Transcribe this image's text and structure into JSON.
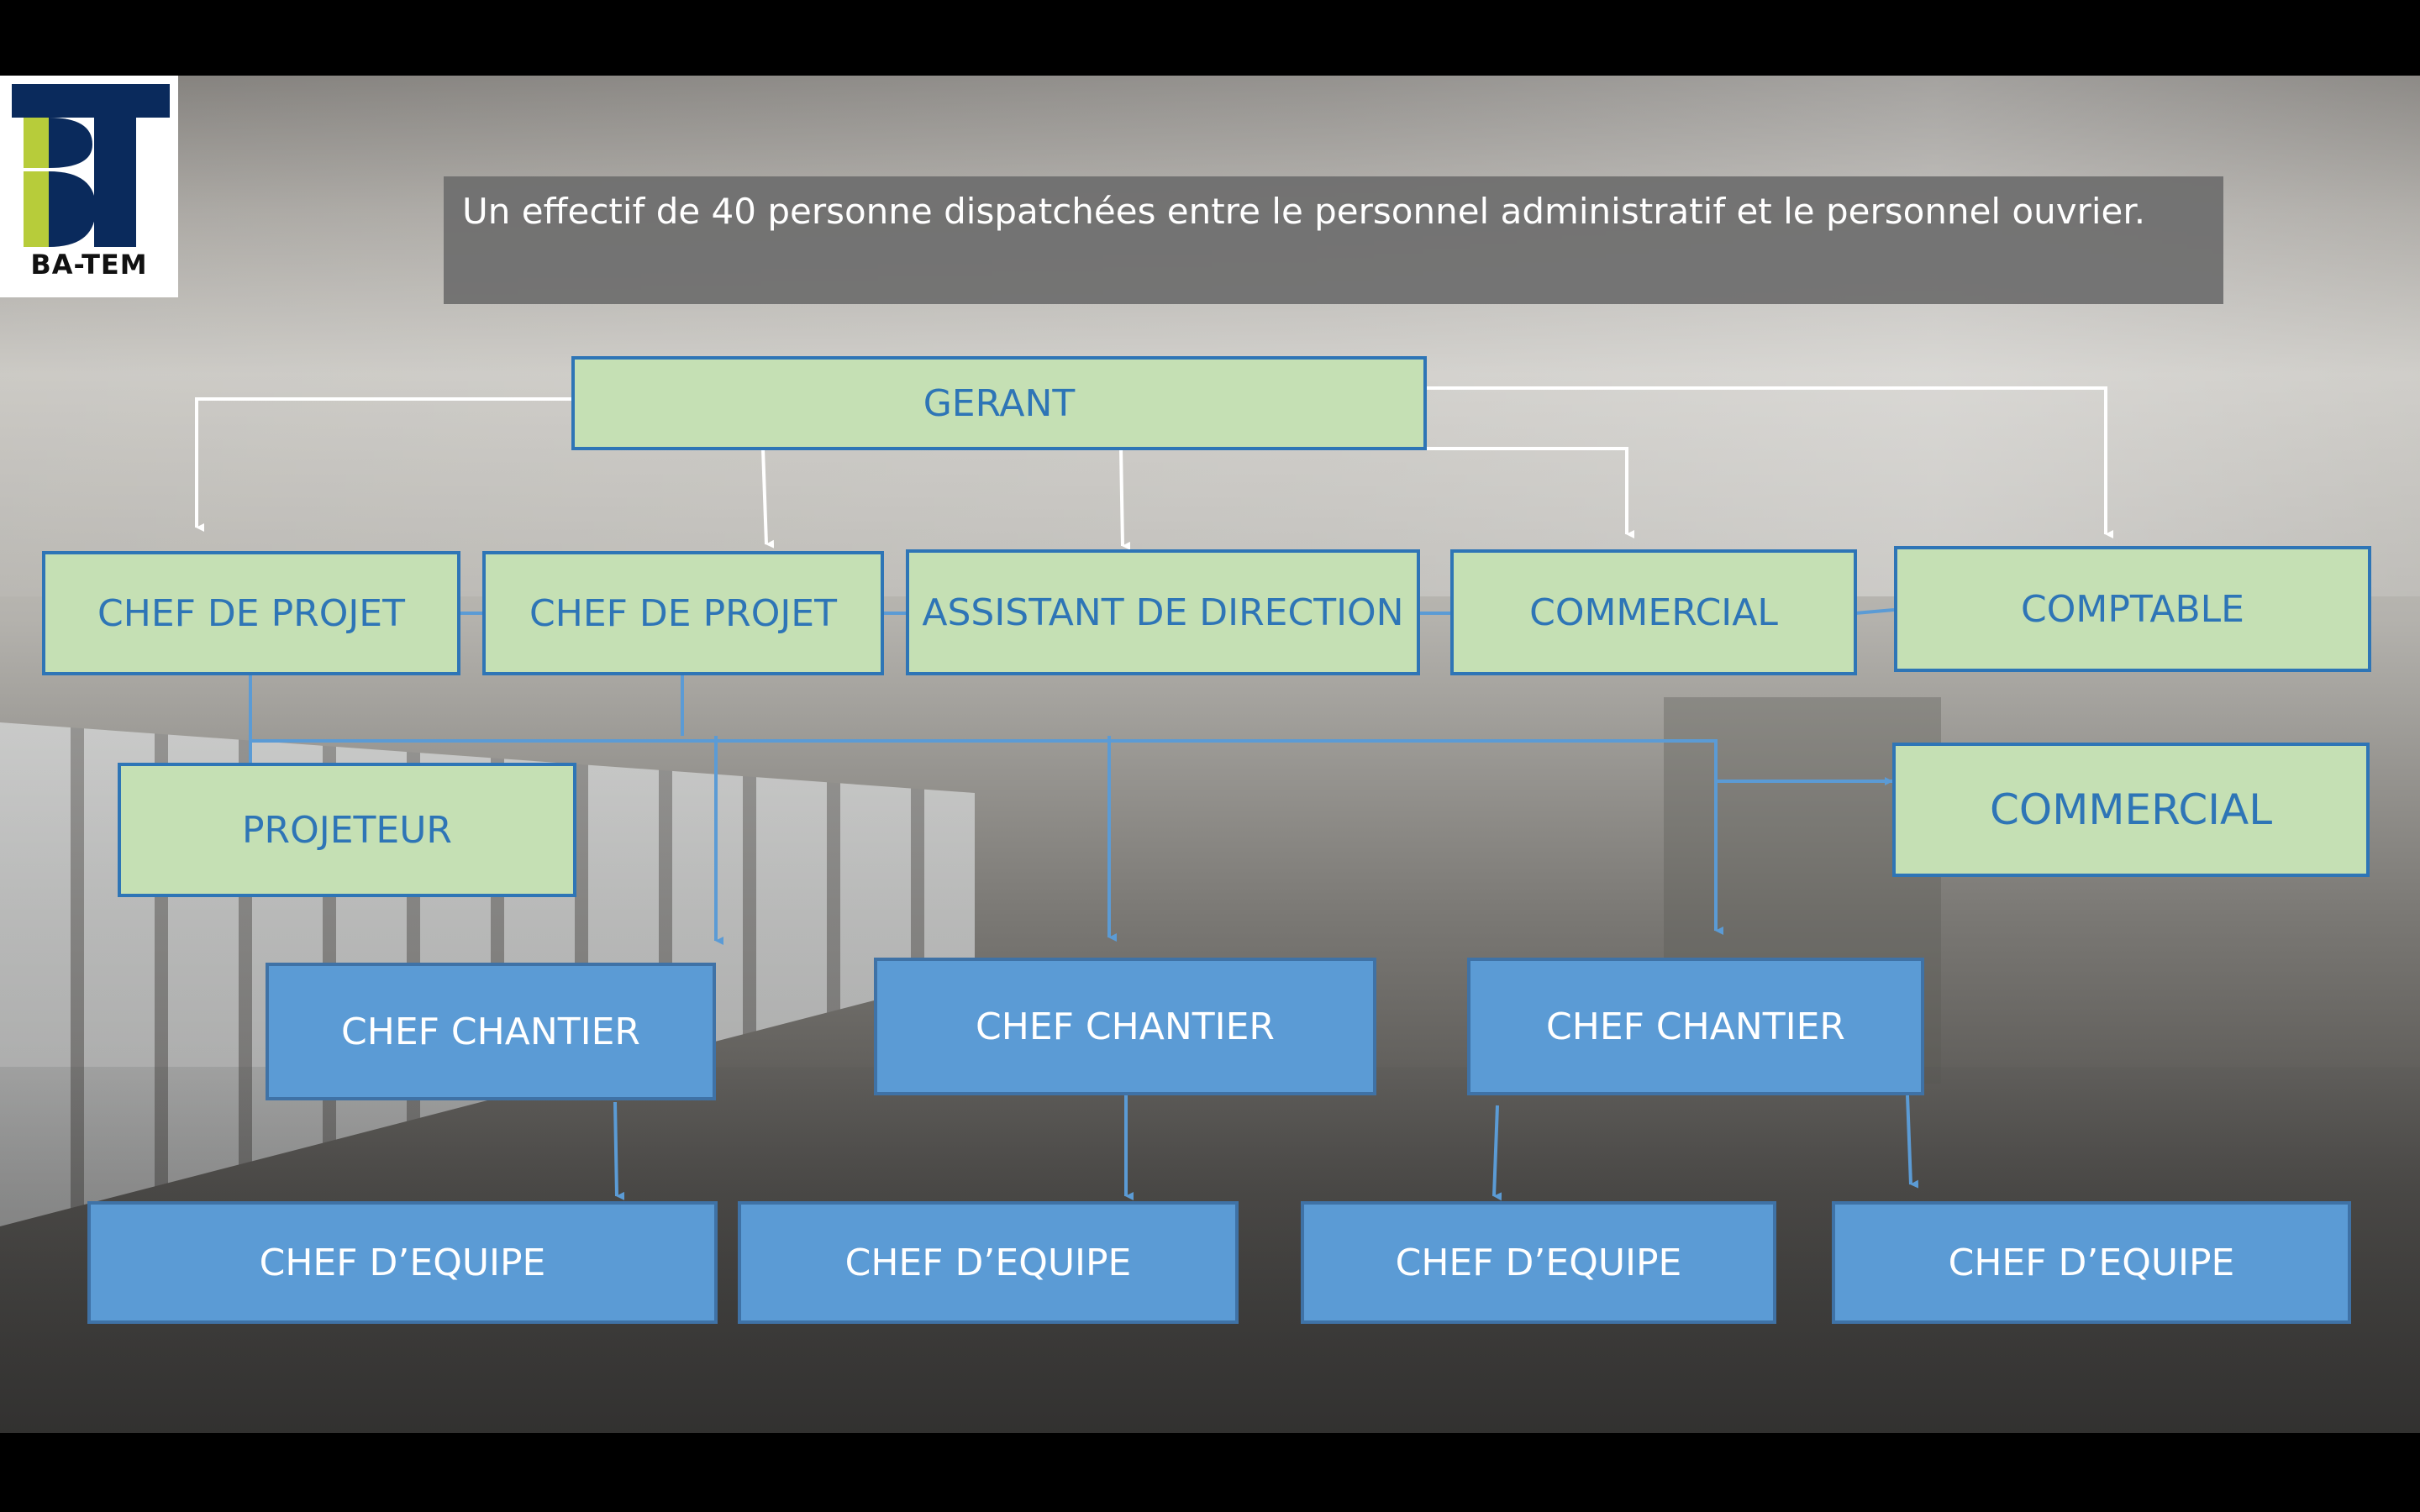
{
  "logo": {
    "text": "BA-TEM"
  },
  "banner": {
    "text": "Un  effectif de 40 personne  dispatchées entre le personnel administratif et le personnel ouvrier."
  },
  "org": {
    "gerant": "GERANT",
    "chef_projet_1": "CHEF DE PROJET",
    "chef_projet_2": "CHEF DE PROJET",
    "assistant": "ASSISTANT DE DIRECTION",
    "commercial_1": "COMMERCIAL",
    "comptable": "COMPTABLE",
    "projeteur": "PROJETEUR",
    "commercial_2": "COMMERCIAL",
    "chef_chantier_1": "CHEF CHANTIER",
    "chef_chantier_2": "CHEF CHANTIER",
    "chef_chantier_3": "CHEF CHANTIER",
    "chef_equipe_1": "CHEF D’EQUIPE",
    "chef_equipe_2": "CHEF D’EQUIPE",
    "chef_equipe_3": "CHEF D’EQUIPE",
    "chef_equipe_4": "CHEF D’EQUIPE"
  },
  "colors": {
    "light_box": "#c5e0b4",
    "dark_box": "#5b9bd5",
    "border_blue": "#2e75b6",
    "white_connector": "#ffffff",
    "blue_connector": "#5b9bd5"
  }
}
